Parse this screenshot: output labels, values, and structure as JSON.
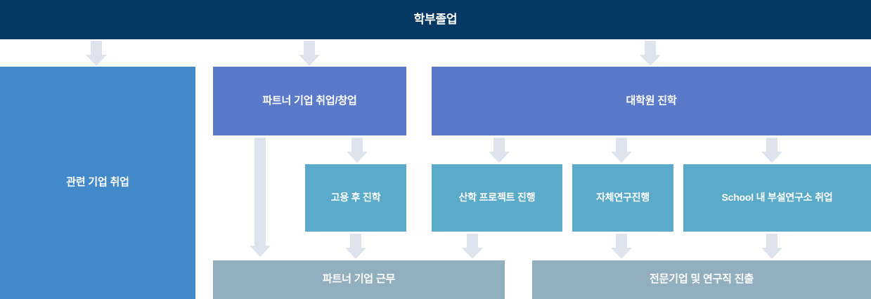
{
  "diagram": {
    "title": "학부졸업",
    "colors": {
      "header": "#053862",
      "track_blue": "#4189c8",
      "track_purple": "#5a79c9",
      "track_teal": "#5aaac9",
      "outcome_grey": "#92afbf",
      "arrow": "#dde4ee",
      "label_text": "#ffffff"
    },
    "header": {
      "label": "학부졸업"
    },
    "level1": [
      {
        "label": "관련 기업 취업"
      }
    ],
    "level2": [
      {
        "label": "파트너 기업 취업/창업"
      },
      {
        "label": "대학원 진학"
      }
    ],
    "level3": [
      {
        "label": "고용 후 진학"
      },
      {
        "label": "산학 프로젝트 진행"
      },
      {
        "label": "자체연구진행"
      },
      {
        "label": "School 내 부설연구소 취업"
      }
    ],
    "level4": [
      {
        "label": "파트너 기업 근무"
      },
      {
        "label": "전문기업 및 연구직 진출"
      }
    ]
  }
}
